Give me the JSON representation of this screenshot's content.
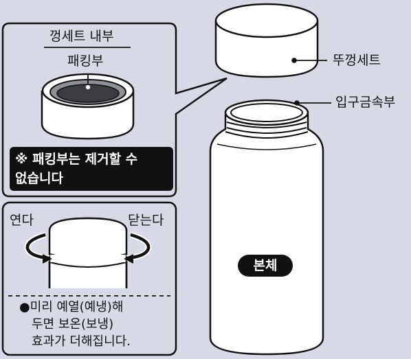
{
  "callout": {
    "title": "껑세트 내부",
    "packing_label": "패킹부",
    "warning_line1": "※ 패킹부는 제거할 수",
    "warning_line2": "없습니다"
  },
  "rotate": {
    "open_label": "연다",
    "close_label": "닫는다"
  },
  "note": {
    "line1": "●미리 예열(예냉)해",
    "line2": "두면 보온(보냉)",
    "line3": "효과가 더해집니다."
  },
  "labels": {
    "lid_set": "뚜껑세트",
    "mouth_metal": "입구금속부",
    "body": "본체"
  }
}
